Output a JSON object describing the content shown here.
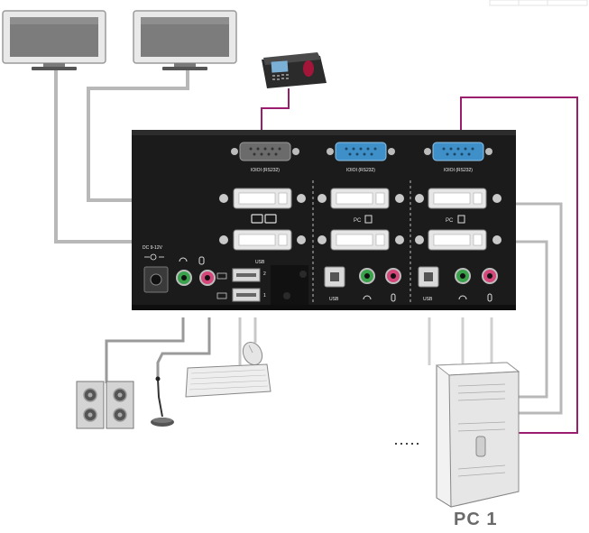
{
  "labels": {
    "pc1": "PC 1",
    "dots": "·····",
    "dc_in": "DC 9-12V",
    "usb_top": "USB",
    "usb_port1": "1",
    "usb_port2": "2",
    "rs232_console": "IOIOI (RS232)",
    "rs232_pc1": "IOIOI (RS232)",
    "rs232_pc2": "IOIOI (RS232)",
    "pc_mark_1": "PC",
    "pc_mark_2": "PC",
    "usb_b1": "USB",
    "usb_b2": "USB"
  },
  "colors": {
    "cable_gray": "#b8b8b8",
    "cable_purple": "#9b1e6e",
    "chassis": "#1b1b1b",
    "port_green": "#3aa24a",
    "port_pink": "#d4477a",
    "rs232_blue": "#3f8fc8"
  }
}
